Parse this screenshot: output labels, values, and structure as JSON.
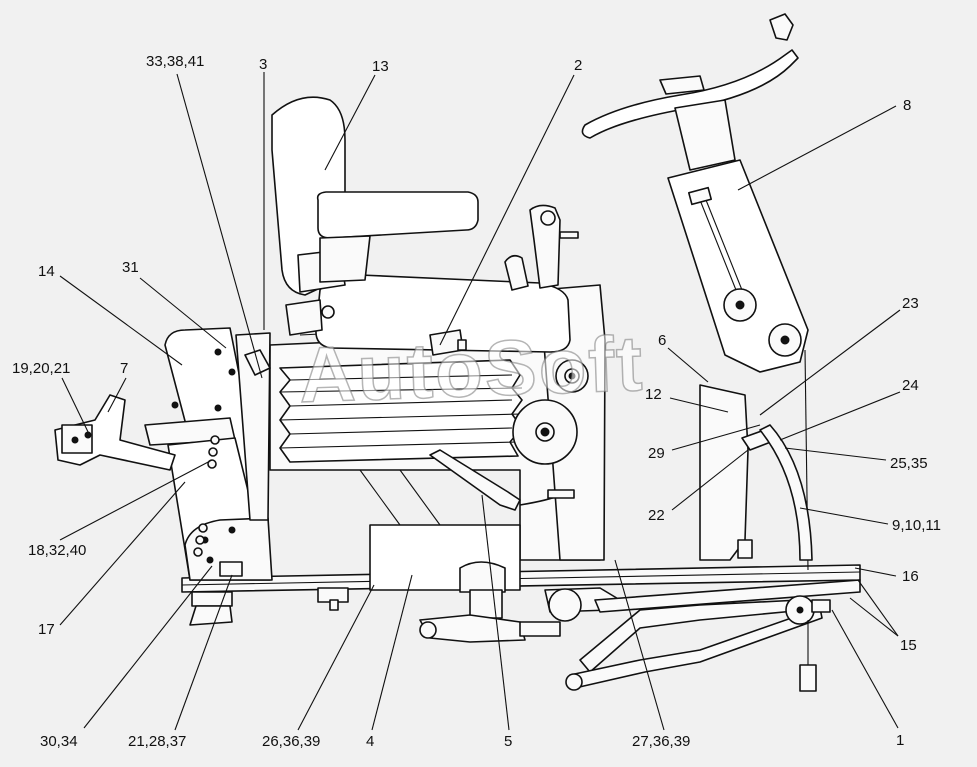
{
  "watermark": "AutoSoft",
  "callouts": {
    "c_33_38_41": "33,38,41",
    "c_3": "3",
    "c_13": "13",
    "c_2": "2",
    "c_8": "8",
    "c_14": "14",
    "c_31": "31",
    "c_19_20_21": "19,20,21",
    "c_7": "7",
    "c_23": "23",
    "c_6": "6",
    "c_12": "12",
    "c_24": "24",
    "c_25_35": "25,35",
    "c_29": "29",
    "c_22": "22",
    "c_9_10_11": "9,10,11",
    "c_18_32_40": "18,32,40",
    "c_17": "17",
    "c_16": "16",
    "c_15": "15",
    "c_30_34": "30,34",
    "c_21_28_37": "21,28,37",
    "c_26_36_39": "26,36,39",
    "c_4": "4",
    "c_5": "5",
    "c_27_36_39": "27,36,39",
    "c_1": "1"
  }
}
